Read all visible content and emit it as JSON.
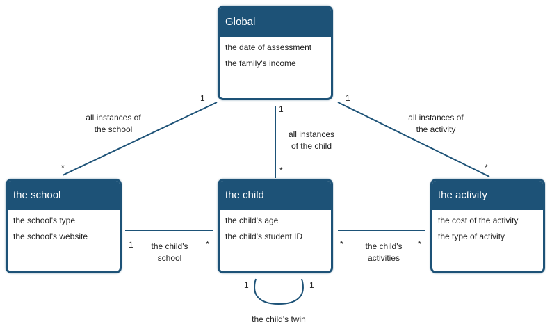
{
  "entities": {
    "global": {
      "title": "Global",
      "attrs": [
        "the date of assessment",
        "the family's income"
      ]
    },
    "school": {
      "title": "the school",
      "attrs": [
        "the school's type",
        "the school's website"
      ]
    },
    "child": {
      "title": "the child",
      "attrs": [
        "the child's age",
        "the child's student ID"
      ]
    },
    "activity": {
      "title": "the activity",
      "attrs": [
        "the cost of the activity",
        "the type of activity"
      ]
    }
  },
  "relations": {
    "global_school": {
      "label_line1": "all instances of",
      "label_line2": "the school",
      "mult_global": "1",
      "mult_school": "*"
    },
    "global_child": {
      "label_line1": "all instances",
      "label_line2": "of the child",
      "mult_global": "1",
      "mult_child": "*"
    },
    "global_activity": {
      "label_line1": "all instances of",
      "label_line2": "the activity",
      "mult_global": "1",
      "mult_activity": "*"
    },
    "school_child": {
      "label_line1": "the child's",
      "label_line2": "school",
      "mult_school": "1",
      "mult_child": "*"
    },
    "child_activity": {
      "label_line1": "the child's",
      "label_line2": "activities",
      "mult_child": "*",
      "mult_activity": "*"
    },
    "child_twin": {
      "label": "the child's twin",
      "mult_left": "1",
      "mult_right": "1"
    }
  },
  "colors": {
    "entity_header": "#1d5277",
    "entity_border": "#1d5277",
    "line": "#1d5277"
  }
}
